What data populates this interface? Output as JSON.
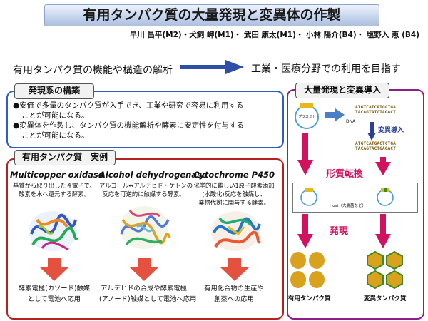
{
  "header": {
    "title": "有用タンパク質の大量発現と変異体の作製",
    "authors": "早川 昌平(M2)・犬飼 岬(M1)・ 武田 康太(M1)・ 小林 陽介(B4)・ 塩野入 恵 (B4)"
  },
  "flow": {
    "left": "有用タンパク質の機能や構造の解析",
    "right": "工業・医療分野での利用を目指す"
  },
  "expression": {
    "title": "発現系の構築",
    "bullet": "●",
    "bullets": [
      [
        "安価で多量のタンパク質が入手でき、工業や研究で容易に利用する",
        "ことが可能になる。"
      ],
      [
        "変異体を作製し、タンパク質の機能解析や酵素に安定性を付与する",
        "ことが可能になる。"
      ]
    ]
  },
  "examples": {
    "title": "有用タンパク質　実例",
    "items": [
      {
        "name": "Multicopper oxidase",
        "desc": [
          "基質から取り出した４電子で、",
          "酸素を水へ還元する酵素。"
        ],
        "app": [
          "酵素電極(カソード)触媒",
          "として電池へ応用"
        ]
      },
      {
        "name": "Alcohol dehydrogenase",
        "desc": [
          "アルコール↔アルデヒド・ケトンの",
          "反応を可逆的に触媒する酵素。"
        ],
        "app": [
          "アルデヒドの合成や酵素電極",
          "(アノード)触媒として電池へ応用"
        ]
      },
      {
        "name": "Cytochrome P450",
        "desc": [
          "化学的に難しい1原子酸素添加",
          "(水酸化)反応を触媒し、",
          "薬物代謝に関与する酵素。"
        ],
        "app": [
          "有用化合物の生産や",
          "創薬への応用"
        ]
      }
    ]
  },
  "right_panel": {
    "title": "大量発現と変異導入",
    "plasmid": "プラスミド",
    "dna_label": "DNA",
    "dna_top": [
      "ATGTCATCATGCTGA",
      "TACAGTATGTAGACT"
    ],
    "mutation": "変異導入",
    "dna_bottom": [
      "ATGTCATGACTCTGA",
      "TACAGTACTGAGACT"
    ],
    "transform": "形質転換",
    "host": "Host（大腸菌など）",
    "expression": "発現",
    "out_left": "有用タンパク質",
    "out_right": "変異タンパク質"
  },
  "colors": {
    "blue": "#2e5fbf",
    "red": "#b32121",
    "purple": "#8a1f8a",
    "magenta": "#d1135f",
    "green": "#3a8a22",
    "orange": "#e0a21a"
  }
}
